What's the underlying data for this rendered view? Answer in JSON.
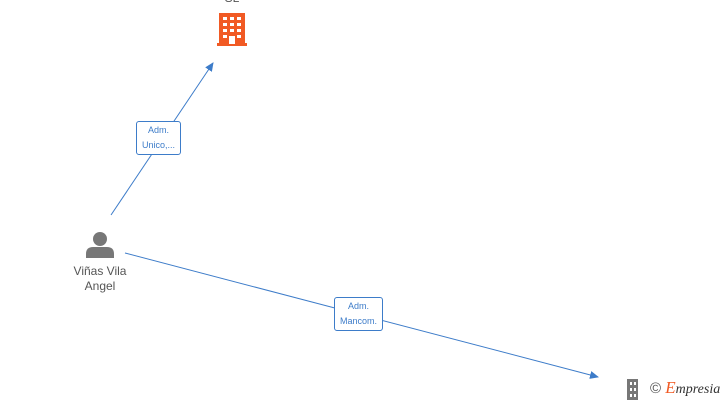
{
  "nodes": {
    "company_top": {
      "label": "SL",
      "color": "#f15a24",
      "icon": "building-icon"
    },
    "person": {
      "label_line1": "Viñas Vila",
      "label_line2": "Angel",
      "color": "#777777",
      "icon": "person-icon"
    },
    "company_bottom": {
      "color": "#777777",
      "icon": "building-icon"
    }
  },
  "edges": [
    {
      "label_line1": "Adm.",
      "label_line2": "Unico,...",
      "color": "#3d7cc9"
    },
    {
      "label_line1": "Adm.",
      "label_line2": "Mancom.",
      "color": "#3d7cc9"
    }
  ],
  "watermark": {
    "copyright": "©",
    "brand_initial": "E",
    "brand_rest": "mpresia"
  }
}
